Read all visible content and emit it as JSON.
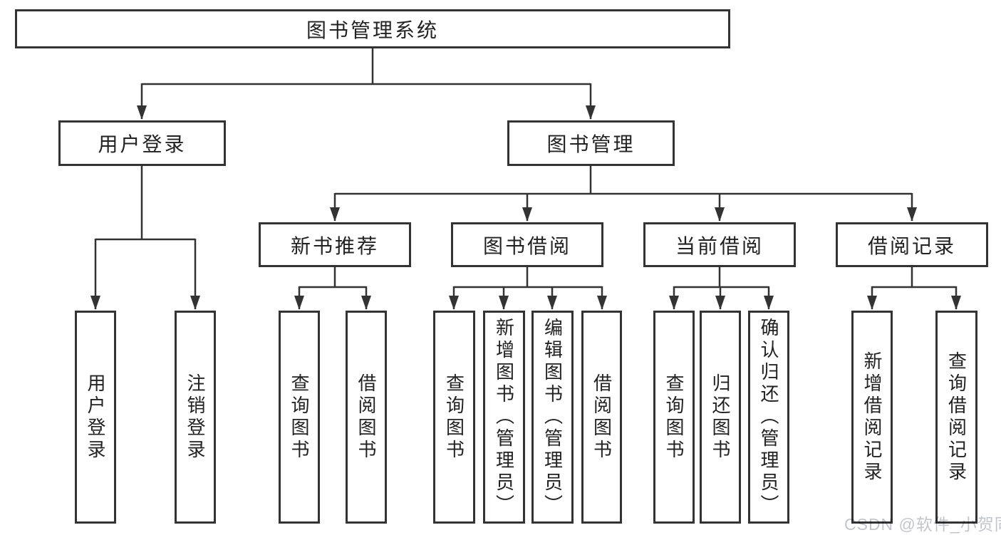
{
  "diagram": {
    "root": "图书管理系统",
    "user_login": {
      "label": "用户登录",
      "children": [
        "用户登录",
        "注销登录"
      ]
    },
    "book_mgmt": {
      "label": "图书管理",
      "groups": [
        {
          "label": "新书推荐",
          "children": [
            "查询图书",
            "借阅图书"
          ]
        },
        {
          "label": "图书借阅",
          "children": [
            "查询图书",
            "新增图书（管理员）",
            "编辑图书（管理员）",
            "借阅图书"
          ]
        },
        {
          "label": "当前借阅",
          "children": [
            "查询图书",
            "归还图书",
            "确认归还（管理员）"
          ]
        },
        {
          "label": "借阅记录",
          "children": [
            "新增借阅记录",
            "查询借阅记录"
          ]
        }
      ]
    }
  },
  "watermark": "CSDN @软件_小贺同学"
}
